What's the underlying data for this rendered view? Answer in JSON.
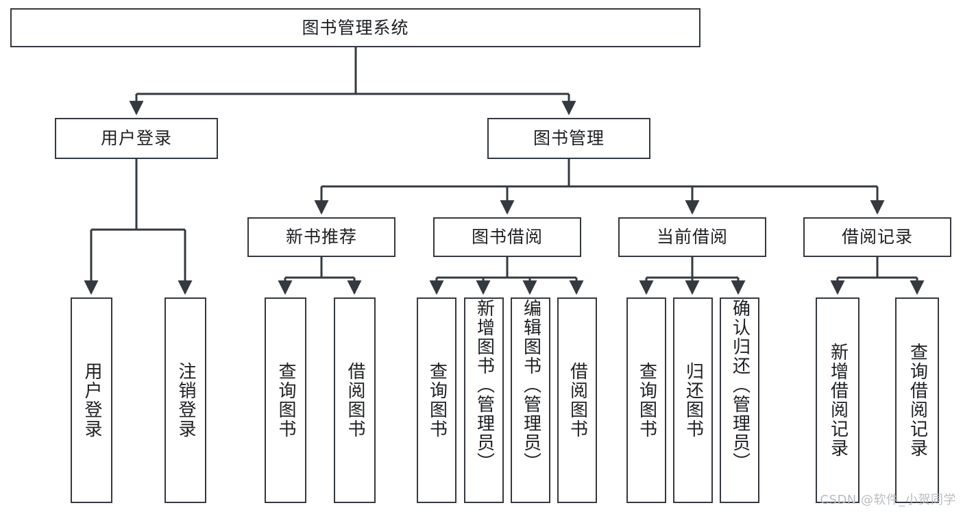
{
  "diagram": {
    "title": "图书管理系统",
    "type": "tree",
    "watermark": "CSDN @软件_小贺同学",
    "colors": {
      "background": "#ffffff",
      "box_border": "#33393f",
      "box_fill": "#ffffff",
      "connector": "#33393f",
      "text": "#1d1f22",
      "watermark": "#b9bcc0"
    },
    "root": {
      "label": "图书管理系统"
    },
    "level1": [
      {
        "label": "用户登录"
      },
      {
        "label": "图书管理"
      }
    ],
    "level2": [
      {
        "label": "新书推荐"
      },
      {
        "label": "图书借阅"
      },
      {
        "label": "当前借阅"
      },
      {
        "label": "借阅记录"
      }
    ],
    "leaves": {
      "user_login": [
        {
          "label": "用户登录"
        },
        {
          "label": "注销登录"
        }
      ],
      "new_book_recommend": [
        {
          "label": "查询图书"
        },
        {
          "label": "借阅图书"
        }
      ],
      "book_borrow": [
        {
          "label": "查询图书"
        },
        {
          "label": "新增图书（管理员）"
        },
        {
          "label": "编辑图书（管理员）"
        },
        {
          "label": "借阅图书"
        }
      ],
      "current_borrow": [
        {
          "label": "查询图书"
        },
        {
          "label": "归还图书"
        },
        {
          "label": "确认归还（管理员）"
        }
      ],
      "borrow_record": [
        {
          "label": "新增借阅记录"
        },
        {
          "label": "查询借阅记录"
        }
      ]
    }
  }
}
